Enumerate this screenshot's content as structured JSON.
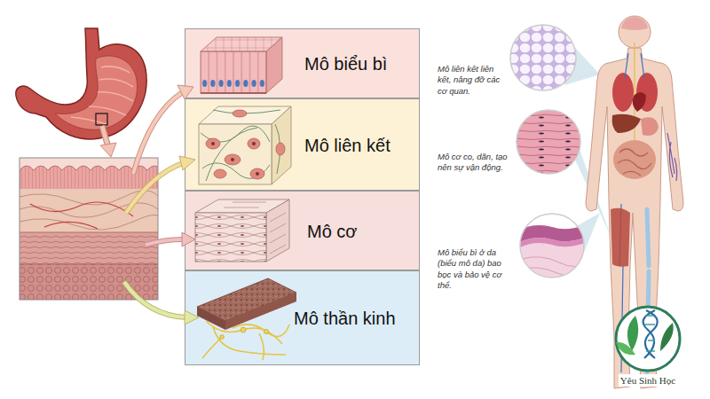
{
  "diagram": {
    "nodes": [
      {
        "text": [
          "Mô biểu bì"
        ]
      },
      {
        "text": [
          "Mô liên kết"
        ]
      },
      {
        "text": [
          "Mô cơ"
        ]
      },
      {
        "text": [
          "Mô thần kinh"
        ]
      }
    ],
    "labels": [
      "Mô liên kết liên kết, nâng đỡ các cơ quan.",
      "Mô cơ co, dãn, tạo nên sự vận động.",
      "Mô biểu bì ở da (biểu mô da) bao bọc và bảo vệ cơ thể.",
      "Yêu Sinh Học"
    ]
  }
}
